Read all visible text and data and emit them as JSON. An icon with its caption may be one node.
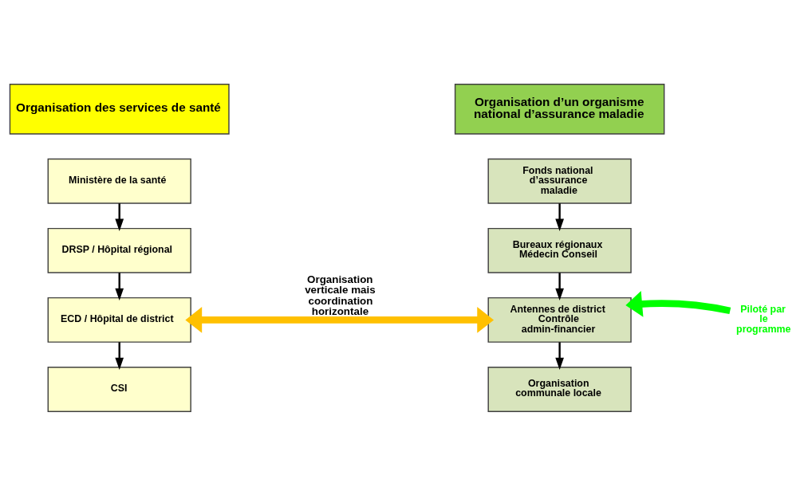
{
  "diagram": {
    "nodes": [
      {
        "text": [
          "Organisation des services de santé"
        ]
      },
      {
        "text": [
          "Organisation d’un organisme national d’assurance maladie"
        ]
      },
      {
        "text": [
          "Ministère de la santé"
        ]
      },
      {
        "text": [
          "DRSP / Hôpital régional"
        ]
      },
      {
        "text": [
          "ECD / Hôpital de district"
        ]
      },
      {
        "text": [
          "CSI"
        ]
      },
      {
        "text": [
          "Fonds national d’assurance maladie"
        ]
      },
      {
        "text": [
          "Bureaux régionaux Médecin Conseil"
        ]
      },
      {
        "text": [
          "Antennes de district Contrôle admin-financier"
        ]
      },
      {
        "text": [
          "Organisation communale locale"
        ]
      },
      {
        "text": [
          "Piloté par le programme"
        ]
      }
    ],
    "edges": [
      {
        "from": 2,
        "to": 3,
        "arrow": "to"
      },
      {
        "from": 3,
        "to": 4,
        "arrow": "to"
      },
      {
        "from": 4,
        "to": 5,
        "arrow": "to"
      },
      {
        "from": 6,
        "to": 7,
        "arrow": "to"
      },
      {
        "from": 7,
        "to": 8,
        "arrow": "to"
      },
      {
        "from": 8,
        "to": 9,
        "arrow": "to"
      },
      {
        "from": 4,
        "to": 8,
        "arrow": "both",
        "label": "Organisation verticale mais coordination horizontale",
        "style": "thick",
        "color": "#ffc000"
      },
      {
        "from": 10,
        "to": 8,
        "arrow": "to",
        "style": "thick",
        "color": "#00ff00"
      }
    ]
  }
}
